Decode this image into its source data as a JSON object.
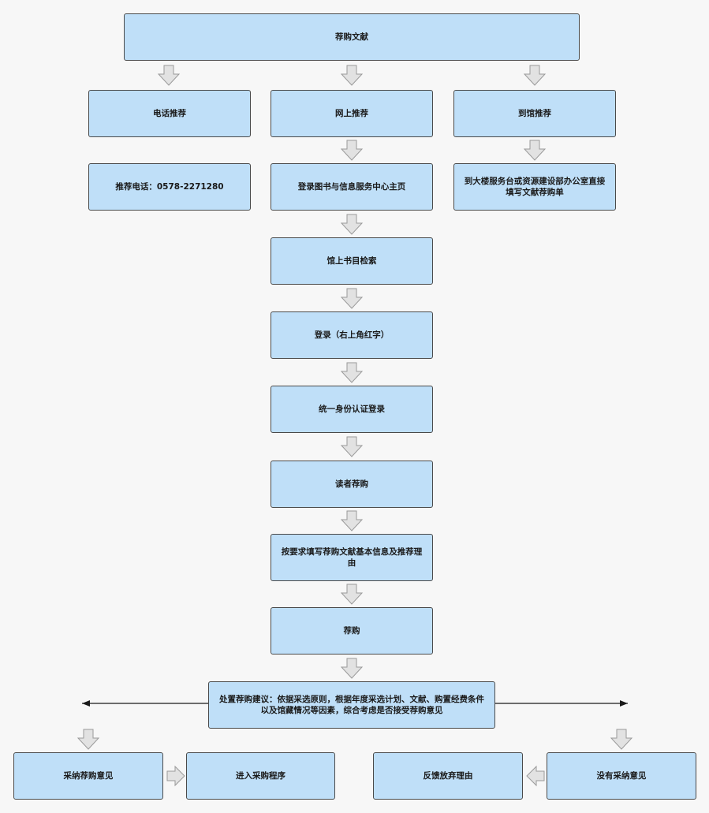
{
  "nodes": {
    "root": "荐购文献",
    "phone": "电话推荐",
    "online": "网上推荐",
    "visit": "到馆推荐",
    "phone_number": "推荐电话：0578-2271280",
    "login_home": "登录图书与信息服务中心主页",
    "visit_form": "到大楼服务台或资源建设部办公室直接填写文献荐购单",
    "catalog_search": "馆上书目检索",
    "login": "登录（右上角红字）",
    "sso_login": "统一身份认证登录",
    "reader_recommend": "读者荐购",
    "fill_info": "按要求填写荐购文献基本信息及推荐理由",
    "recommend": "荐购",
    "handling": "处置荐购建议：依据采选原则，根据年度采选计划、文献、购置经费条件以及馆藏情况等因素，综合考虑是否接受荐购意见",
    "accept": "采纳荐购意见",
    "procurement": "进入采购程序",
    "feedback": "反馈放弃理由",
    "reject": "没有采纳意见"
  },
  "colors": {
    "box_fill": "#bfdff8",
    "box_border": "#4a4a4a",
    "arrow_fill": "#e2e2e2",
    "arrow_stroke": "#9a9a9a",
    "line": "#1a1a1a",
    "background": "#f7f7f7"
  }
}
